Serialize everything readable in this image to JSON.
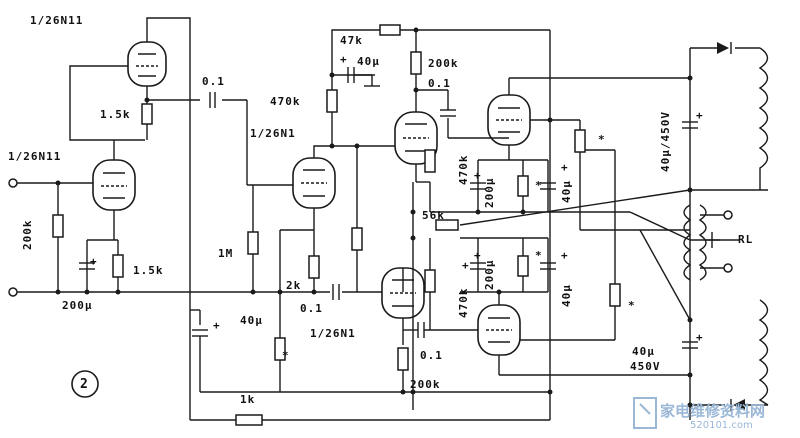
{
  "tubes": {
    "top": "1/26N11",
    "left": "1/26N11",
    "mid": "1/26N1",
    "bottom": "1/26N1"
  },
  "components": {
    "r_top_feedback": "47k",
    "c_decouple_top": "40μ",
    "r_plate_top": "200k",
    "c_couple_top": "0.1",
    "r_470k_left": "470k",
    "c_input": "0.1",
    "r_cathode_top": "1.5k",
    "r_grid_input": "200k",
    "r_cathode_input": "1.5k",
    "c_cathode_input": "200μ",
    "r_grid_1m": "1M",
    "r_cathode_2k": "2k",
    "c_mid": "0.1",
    "c_supply": "40μ",
    "r_470k_upper": "470k",
    "c_bias_upper": "200μ",
    "c_screen_upper": "40μ",
    "r_bias_56k": "56k",
    "r_470k_lower": "470k",
    "c_bias_lower": "200μ",
    "c_screen_lower": "40μ",
    "c_couple_bottom": "0.1",
    "r_bottom_200k": "200k",
    "r_bottom_1k": "1k",
    "cap_psu_top": "40μ/450V",
    "cap_psu_bottom_a": "40μ",
    "cap_psu_bottom_b": "450V",
    "load": "RL",
    "star": "*",
    "plus": "+"
  },
  "figure_number": "2",
  "watermark": {
    "cn": "家电维修资料网",
    "url": "520101.com"
  }
}
